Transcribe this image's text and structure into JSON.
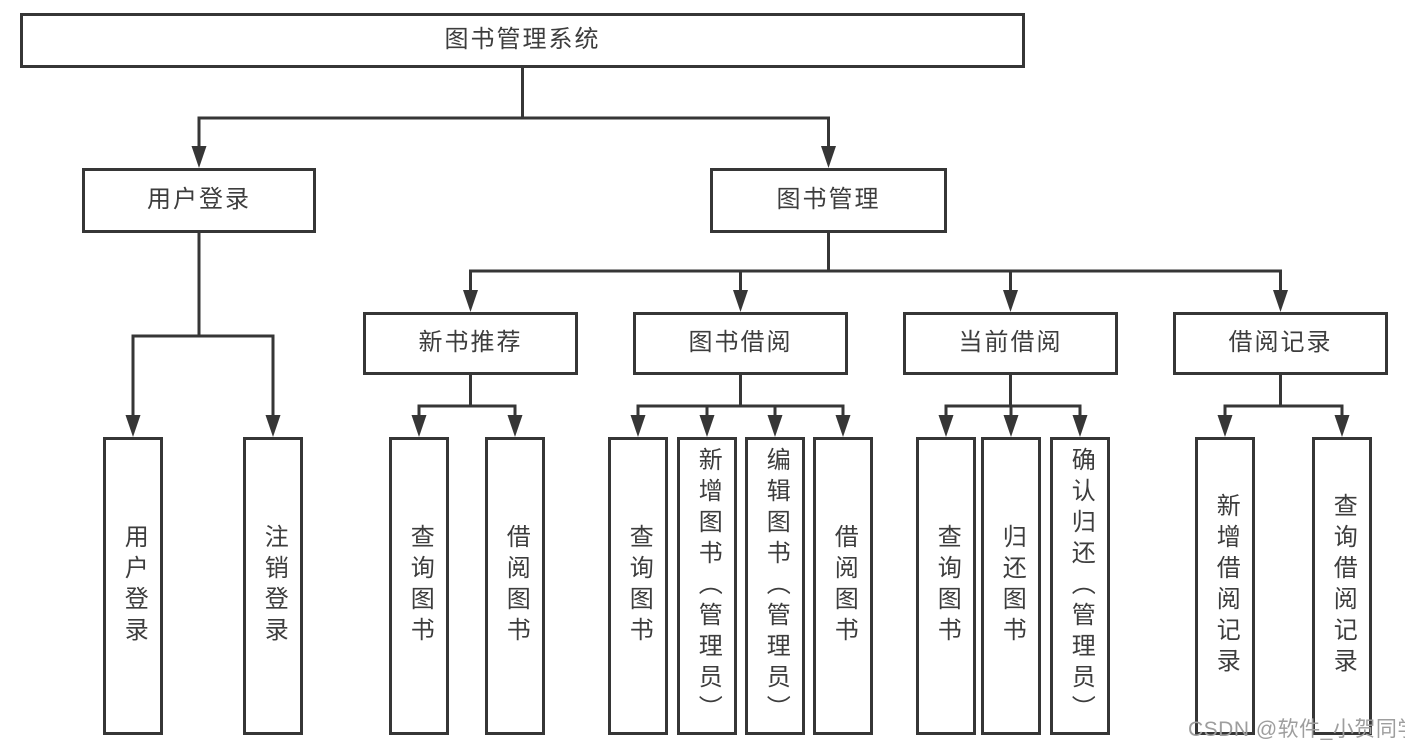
{
  "diagram_title": "图书管理系统",
  "nodes": [
    {
      "id": "root",
      "label": "图书管理系统",
      "parent": null,
      "level": 1
    },
    {
      "id": "user-login",
      "label": "用户登录",
      "parent": "root",
      "level": 2
    },
    {
      "id": "book-mgmt",
      "label": "图书管理",
      "parent": "root",
      "level": 2
    },
    {
      "id": "new-book-rec",
      "label": "新书推荐",
      "parent": "book-mgmt",
      "level": 3
    },
    {
      "id": "book-borrow",
      "label": "图书借阅",
      "parent": "book-mgmt",
      "level": 3
    },
    {
      "id": "current-borrow",
      "label": "当前借阅",
      "parent": "book-mgmt",
      "level": 3
    },
    {
      "id": "borrow-records",
      "label": "借阅记录",
      "parent": "book-mgmt",
      "level": 3
    },
    {
      "id": "leaf-user-login",
      "label": "用户登录",
      "parent": "user-login",
      "level": 4
    },
    {
      "id": "leaf-logout",
      "label": "注销登录",
      "parent": "user-login",
      "level": 4
    },
    {
      "id": "leaf-query-book-nb",
      "label": "查询图书",
      "parent": "new-book-rec",
      "level": 4
    },
    {
      "id": "leaf-borrow-book-nb",
      "label": "借阅图书",
      "parent": "new-book-rec",
      "level": 4
    },
    {
      "id": "leaf-query-book-bb",
      "label": "查询图书",
      "parent": "book-borrow",
      "level": 4
    },
    {
      "id": "leaf-add-book",
      "label": "新增图书（管理员）",
      "parent": "book-borrow",
      "level": 4
    },
    {
      "id": "leaf-edit-book",
      "label": "编辑图书（管理员）",
      "parent": "book-borrow",
      "level": 4
    },
    {
      "id": "leaf-borrow-book-bb",
      "label": "借阅图书",
      "parent": "book-borrow",
      "level": 4
    },
    {
      "id": "leaf-query-book-cb",
      "label": "查询图书",
      "parent": "current-borrow",
      "level": 4
    },
    {
      "id": "leaf-return-book",
      "label": "归还图书",
      "parent": "current-borrow",
      "level": 4
    },
    {
      "id": "leaf-confirm-return",
      "label": "确认归还（管理员）",
      "parent": "current-borrow",
      "level": 4
    },
    {
      "id": "leaf-add-record",
      "label": "新增借阅记录",
      "parent": "borrow-records",
      "level": 4
    },
    {
      "id": "leaf-query-record",
      "label": "查询借阅记录",
      "parent": "borrow-records",
      "level": 4
    }
  ],
  "watermark": "CSDN @软件_小贺同学",
  "colors": {
    "line": "#363636",
    "text": "#3d3d3d",
    "box_background": "#ffffff",
    "watermark": "#9e9e9e",
    "page_background": "#ffffff"
  }
}
